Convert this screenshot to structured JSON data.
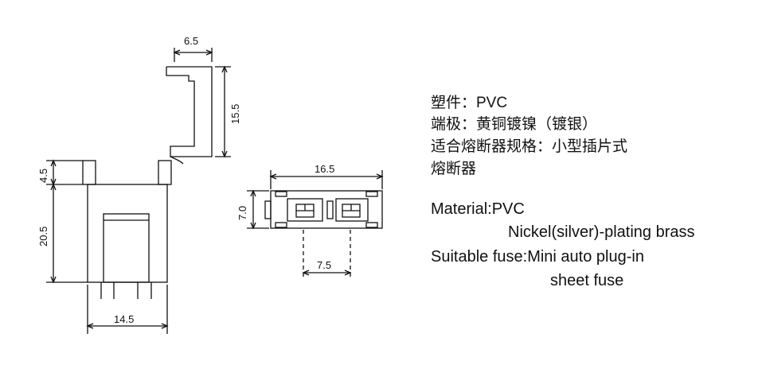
{
  "dimensions": {
    "clip_width": "6.5",
    "clip_height": "15.5",
    "top_height": "4.5",
    "body_height": "20.5",
    "body_width": "14.5",
    "plan_length": "16.5",
    "plan_height": "7.0",
    "terminal_pitch": "7.5"
  },
  "spec_cn": {
    "line1": "塑件：PVC",
    "line2": "端极：黄铜镀镍（镀银）",
    "line3": "适合熔断器规格：小型插片式",
    "line4": "熔断器"
  },
  "spec_en": {
    "material": "Material:PVC",
    "plating": "Nickel(silver)-plating brass",
    "fuse_label": "Suitable fuse:Mini auto plug-in",
    "fuse_cont": "sheet fuse"
  }
}
